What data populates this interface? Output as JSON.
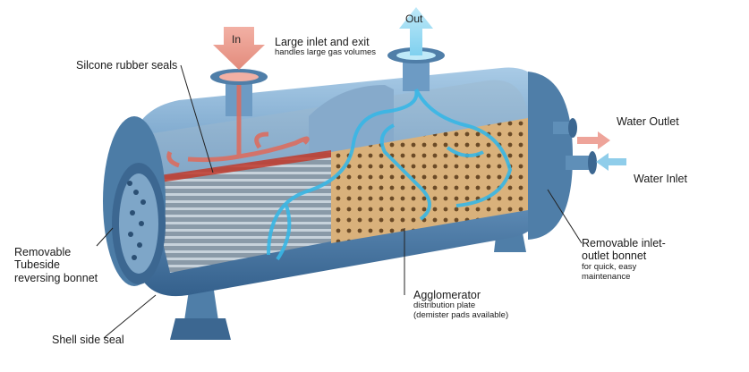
{
  "labels": {
    "in": "In",
    "out": "Out",
    "large_inlet_title": "Large inlet and exit",
    "large_inlet_sub": "handles large gas volumes",
    "silicone_seals": "Silcone rubber seals",
    "water_outlet": "Water Outlet",
    "water_inlet": "Water Inlet",
    "removable_tubeside_1": "Removable",
    "removable_tubeside_2": "Tubeside",
    "removable_tubeside_3": "reversing bonnet",
    "removable_inlet_1": "Removable inlet-",
    "removable_inlet_2": "outlet bonnet",
    "removable_inlet_3": "for quick, easy",
    "removable_inlet_4": "maintenance",
    "agglomerator_title": "Agglomerator",
    "agglomerator_sub1": "distribution plate",
    "agglomerator_sub2": "(demister pads available)",
    "shell_side_seal": "Shell side seal"
  },
  "colors": {
    "shell": "#5f8fb8",
    "shell_dark": "#3c6791",
    "shell_light": "#9cc1de",
    "hot_flow": "#e06a5a",
    "cold_flow": "#38b7e6",
    "agglomerator": "#d8b07a"
  }
}
